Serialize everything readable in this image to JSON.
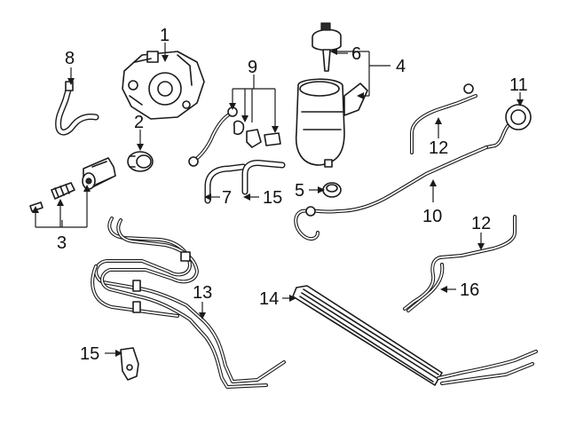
{
  "diagram": {
    "callouts": [
      {
        "id": "c1",
        "text": "1"
      },
      {
        "id": "c2",
        "text": "2"
      },
      {
        "id": "c3",
        "text": "3"
      },
      {
        "id": "c4",
        "text": "4"
      },
      {
        "id": "c5",
        "text": "5"
      },
      {
        "id": "c6",
        "text": "6"
      },
      {
        "id": "c7",
        "text": "7"
      },
      {
        "id": "c8",
        "text": "8"
      },
      {
        "id": "c9",
        "text": "9"
      },
      {
        "id": "c10",
        "text": "10"
      },
      {
        "id": "c11",
        "text": "11"
      },
      {
        "id": "c12a",
        "text": "12"
      },
      {
        "id": "c12b",
        "text": "12"
      },
      {
        "id": "c13",
        "text": "13"
      },
      {
        "id": "c14",
        "text": "14"
      },
      {
        "id": "c15a",
        "text": "15"
      },
      {
        "id": "c15b",
        "text": "15"
      },
      {
        "id": "c16",
        "text": "16"
      }
    ],
    "colors": {
      "line": "#1a1a1a",
      "background": "#ffffff"
    }
  }
}
